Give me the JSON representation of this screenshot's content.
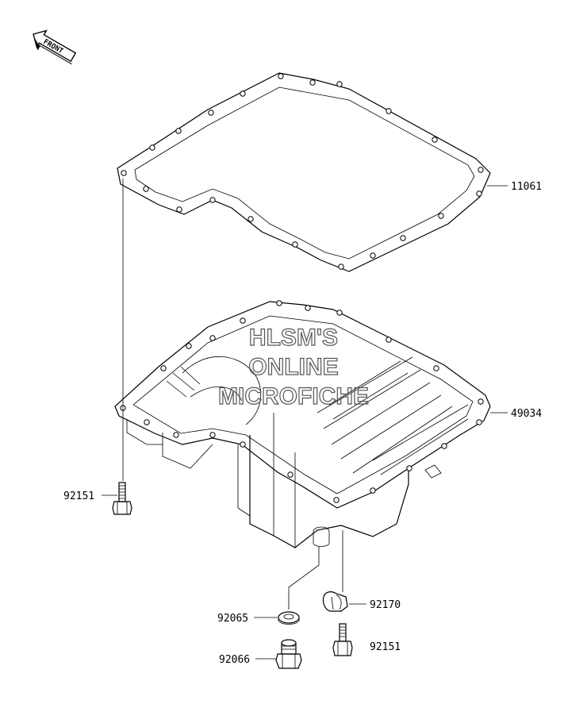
{
  "front_arrow": {
    "label": "FRONT"
  },
  "watermark": {
    "lines": [
      "HLSM'S",
      "ONLINE",
      "MICROFICHE"
    ]
  },
  "parts": [
    {
      "id": "oil-pan-gasket",
      "number": "11061"
    },
    {
      "id": "oil-pan",
      "number": "49034"
    },
    {
      "id": "bolt-left",
      "number": "92151"
    },
    {
      "id": "clamp",
      "number": "92170"
    },
    {
      "id": "washer",
      "number": "92065"
    },
    {
      "id": "bolt-right",
      "number": "92151"
    },
    {
      "id": "drain-plug",
      "number": "92066"
    }
  ]
}
